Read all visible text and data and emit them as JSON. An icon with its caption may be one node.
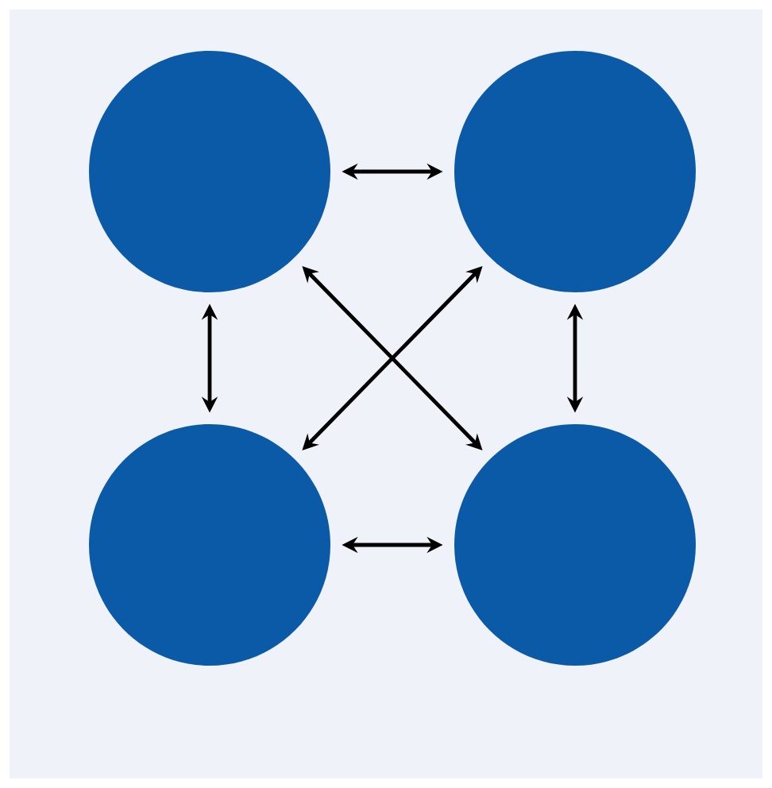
{
  "diagram": {
    "nodes": [
      {
        "text": [],
        "shape": "circle"
      },
      {
        "text": [],
        "shape": "circle"
      },
      {
        "text": [],
        "shape": "circle"
      },
      {
        "text": [],
        "shape": "circle"
      }
    ],
    "edges": [
      {
        "from": 0,
        "to": 1,
        "arrow": "both"
      },
      {
        "from": 0,
        "to": 2,
        "arrow": "both"
      },
      {
        "from": 1,
        "to": 3,
        "arrow": "both"
      },
      {
        "from": 2,
        "to": 3,
        "arrow": "both"
      },
      {
        "from": 0,
        "to": 3,
        "arrow": "both"
      },
      {
        "from": 1,
        "to": 2,
        "arrow": "both"
      }
    ]
  }
}
